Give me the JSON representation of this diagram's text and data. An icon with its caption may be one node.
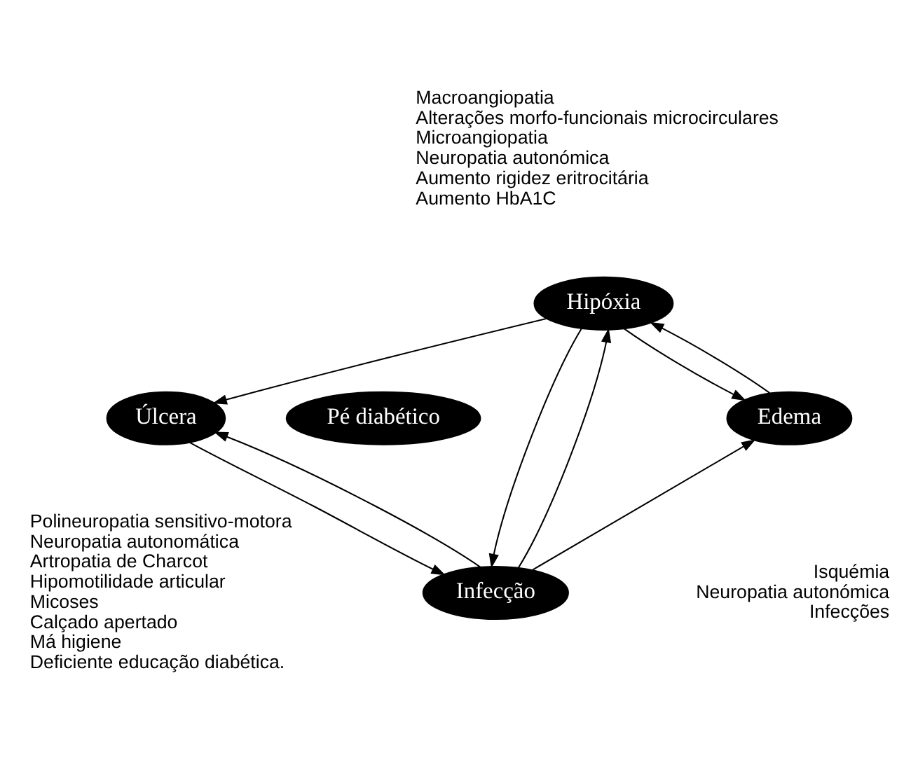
{
  "diagram": {
    "nodes": [
      {
        "text": [
          "Hipóxia"
        ],
        "beside": [
          "Macroangiopatia",
          "Alterações morfo-funcionais microcirculares",
          "Microangiopatia",
          "Neuropatia autonómica",
          "Aumento rigidez eritrocitária",
          "Aumento HbA1C"
        ]
      },
      {
        "text": [
          "Úlcera"
        ],
        "beside": [
          "Polineuropatia sensitivo-motora",
          "Neuropatia autonomática",
          "Artropatia de Charcot",
          "Hipomotilidade articular",
          "Micoses",
          "Calçado apertado",
          "Má higiene",
          "Deficiente educação diabética."
        ]
      },
      {
        "text": [
          "Pé diabético"
        ]
      },
      {
        "text": [
          "Edema"
        ],
        "beside": [
          "Isquémia",
          "Neuropatia autonómica",
          "Infecções"
        ]
      },
      {
        "text": [
          "Infecção"
        ]
      }
    ],
    "edges": [
      {
        "from": 0,
        "to": 1,
        "arrow": "to"
      },
      {
        "from": 0,
        "to": 3,
        "arrow": "to"
      },
      {
        "from": 3,
        "to": 0,
        "arrow": "to"
      },
      {
        "from": 0,
        "to": 4,
        "arrow": "to"
      },
      {
        "from": 4,
        "to": 0,
        "arrow": "to"
      },
      {
        "from": 1,
        "to": 4,
        "arrow": "to"
      },
      {
        "from": 4,
        "to": 1,
        "arrow": "to"
      },
      {
        "from": 4,
        "to": 3,
        "arrow": "to"
      }
    ]
  }
}
